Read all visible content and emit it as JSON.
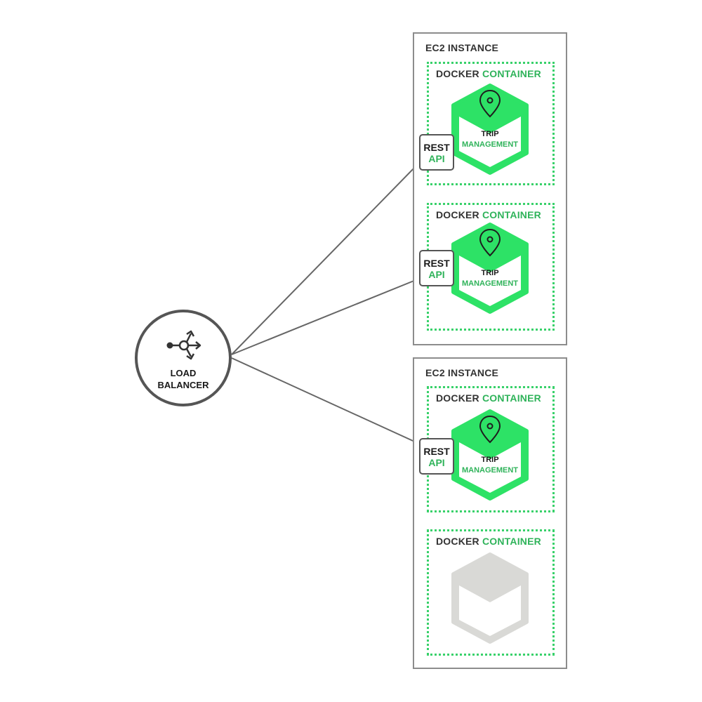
{
  "load_balancer": {
    "line1": "LOAD",
    "line2": "BALANCER",
    "icon": "load-balancer-icon"
  },
  "ec2_instances": [
    {
      "title": "EC2 INSTANCE",
      "containers": [
        {
          "title_part1": "DOCKER",
          "title_part2": "CONTAINER",
          "service": {
            "line1": "TRIP",
            "line2": "MANAGEMENT",
            "icon": "map-pin-icon"
          },
          "api": {
            "line1": "REST",
            "line2": "API"
          }
        },
        {
          "title_part1": "DOCKER",
          "title_part2": "CONTAINER",
          "service": {
            "line1": "TRIP",
            "line2": "MANAGEMENT",
            "icon": "map-pin-icon"
          },
          "api": {
            "line1": "REST",
            "line2": "API"
          }
        }
      ]
    },
    {
      "title": "EC2 INSTANCE",
      "containers": [
        {
          "title_part1": "DOCKER",
          "title_part2": "CONTAINER",
          "service": {
            "line1": "TRIP",
            "line2": "MANAGEMENT",
            "icon": "map-pin-icon"
          },
          "api": {
            "line1": "REST",
            "line2": "API"
          }
        },
        {
          "title_part1": "DOCKER",
          "title_part2": "CONTAINER",
          "placeholder_icon": "empty-hexagon-icon"
        }
      ]
    }
  ],
  "colors": {
    "accent_green": "#2fb35a",
    "hex_fill": "#2de266",
    "placeholder_gray": "#d9d9d6",
    "border_gray": "#8c8c8c"
  }
}
